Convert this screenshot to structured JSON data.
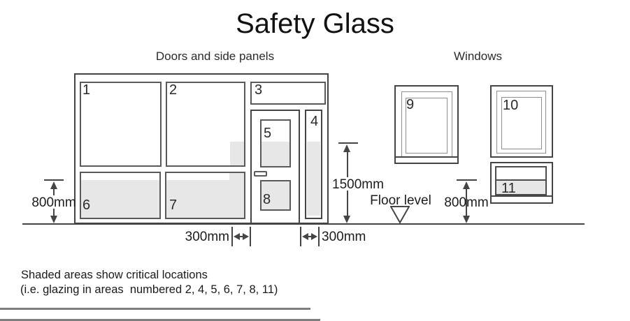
{
  "title": "Safety Glass",
  "sections": {
    "doors": "Doors and side panels",
    "windows": "Windows"
  },
  "panel_numbers": {
    "n1": "1",
    "n2": "2",
    "n3": "3",
    "n4": "4",
    "n5": "5",
    "n6": "6",
    "n7": "7",
    "n8": "8",
    "n9": "9",
    "n10": "10",
    "n11": "11"
  },
  "dimensions": {
    "left_height": "800mm",
    "door_zone_height": "1500mm",
    "right_height": "800mm",
    "left_offset": "300mm",
    "right_offset": "300mm",
    "floor_label": "Floor level"
  },
  "note": {
    "line1": "Shaded areas show critical locations",
    "line2": "(i.e. glazing in areas  numbered 2, 4, 5, 6, 7, 8, 11)"
  },
  "colors": {
    "line": "#454545",
    "shade": "#e7e7e7",
    "rule": "#7f7f7f"
  }
}
